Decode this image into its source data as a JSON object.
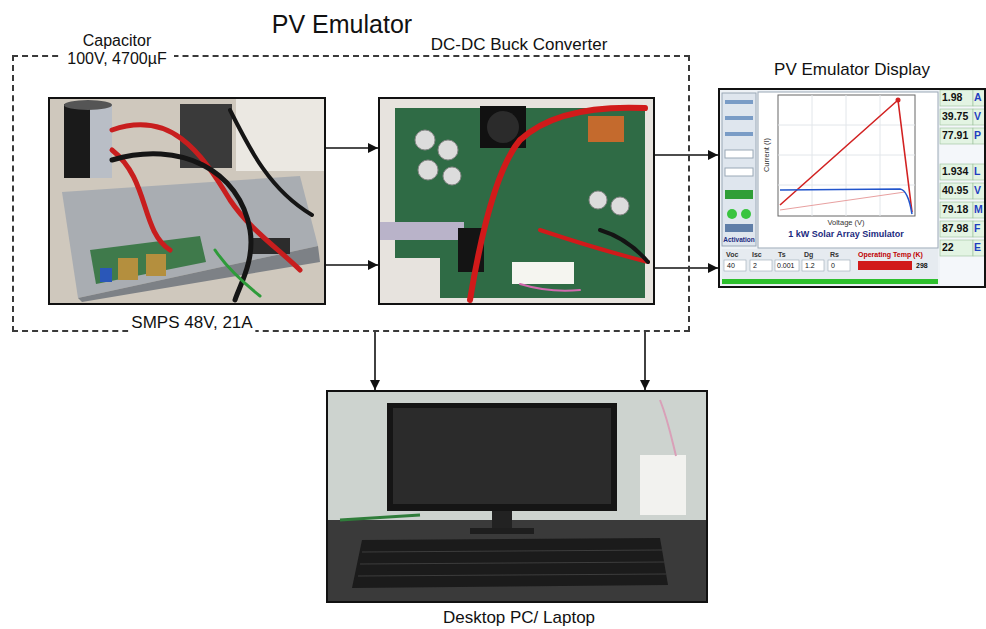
{
  "diagram": {
    "nodes": [
      {
        "text": [
          "PV Emulator"
        ]
      },
      {
        "text": [
          "Capacitor 100V, 4700µF",
          "SMPS 48V, 21A"
        ],
        "in": 0
      },
      {
        "text": [
          "DC-DC Buck Converter"
        ],
        "in": 0
      },
      {
        "text": [
          "PV Emulator Display"
        ]
      },
      {
        "text": [
          "Desktop PC/ Laptop"
        ]
      }
    ],
    "edges": [
      {
        "from": 1,
        "to": 2,
        "arrow": "to"
      },
      {
        "from": 1,
        "to": 2,
        "arrow": "to"
      },
      {
        "from": 2,
        "to": 3,
        "arrow": "to"
      },
      {
        "from": 2,
        "to": 3,
        "arrow": "to"
      },
      {
        "from": 0,
        "to": 4,
        "arrow": "to"
      },
      {
        "from": 0,
        "to": 4,
        "arrow": "to"
      }
    ],
    "labels": [
      "1.98",
      "A",
      "39.75",
      "V",
      "77.91",
      "P",
      "1.934",
      "L",
      "40.95",
      "V",
      "79.18",
      "M",
      "87.98",
      "F",
      "22",
      "E",
      "Current (I)",
      "Voltage (V)",
      "1 kW Solar Array Simulator",
      "Voc",
      "Isc",
      "Ts",
      "Dg",
      "Rs",
      "Operating Temp (K)",
      "40",
      "2",
      "0.001",
      "1.2",
      "0",
      "298",
      "Activation"
    ]
  }
}
